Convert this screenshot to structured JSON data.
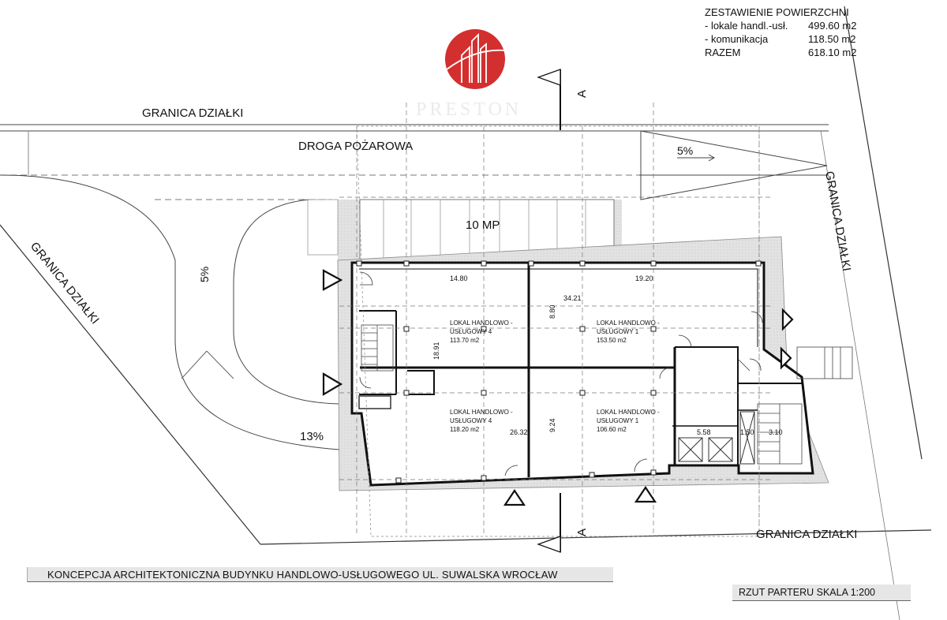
{
  "summary": {
    "title": "ZESTAWIENIE POWIERZCHNI",
    "rows": [
      {
        "label": "- lokale handl.-usł.",
        "value": "499.60 m2"
      },
      {
        "label": "- komunikacja",
        "value": "118.50 m2"
      },
      {
        "label": "RAZEM",
        "value": "618.10 m2"
      }
    ]
  },
  "logo": {
    "name": "PRESTON",
    "color": "#d32f2f"
  },
  "labels": {
    "granica_top": "GRANICA DZIAŁKI",
    "granica_left": "GRANICA DZIAŁKI",
    "granica_right": "GRANICA DZIAŁKI",
    "granica_bottom": "GRANICA DZIAŁKI",
    "droga": "DROGA POŻAROWA",
    "parking": "10 MP",
    "slope_road": "5%",
    "slope_ramp": "5%",
    "slope_driveway": "13%",
    "section_mark": "A"
  },
  "units": [
    {
      "name": "LOKAL HANDLOWO -",
      "name2": "USŁUGOWY 4",
      "area": "113.70 m2"
    },
    {
      "name": "LOKAL HANDLOWO -",
      "name2": "USŁUGOWY 1",
      "area": "153.50 m2"
    },
    {
      "name": "LOKAL HANDLOWO -",
      "name2": "USŁUGOWY 4",
      "area": "118.20 m2"
    },
    {
      "name": "LOKAL HANDLOWO -",
      "name2": "USŁUGOWY 1",
      "area": "106.60 m2"
    }
  ],
  "dimensions": {
    "d1480": "14.80",
    "d1920": "19.20",
    "d3421": "34.21",
    "d880": "8.80",
    "d1891": "18.91",
    "d2632": "26.32",
    "d924": "9.24",
    "d558": "5.58",
    "d150": "1.50",
    "d310": "3.10"
  },
  "footer": {
    "title": "KONCEPCJA ARCHITEKTONICZNA BUDYNKU HANDLOWO-USŁUGOWEGO UL. SUWALSKA WROCŁAW",
    "scale": "RZUT PARTERU SKALA 1:200"
  }
}
